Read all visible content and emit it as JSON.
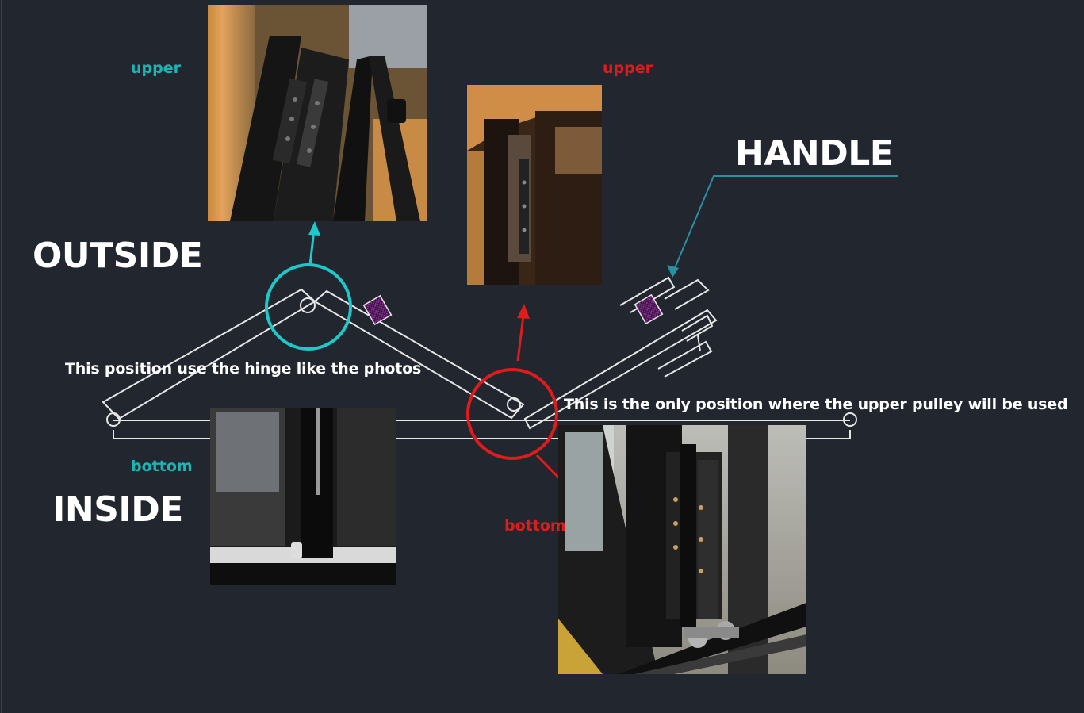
{
  "labels": {
    "outside": "OUTSIDE",
    "inside": "INSIDE",
    "handle": "HANDLE",
    "upper_left": "upper",
    "upper_right": "upper",
    "bottom_left": "bottom",
    "bottom_right": "bottom",
    "note_left": "This position use the hinge like the photos",
    "note_right": "This is the only position where the upper pulley will be used"
  },
  "colors": {
    "background": "#22262f",
    "line": "#e6e6e6",
    "teal": "#1fc8c8",
    "red": "#e01b1b",
    "handle_fill": "#8e2f9a"
  }
}
